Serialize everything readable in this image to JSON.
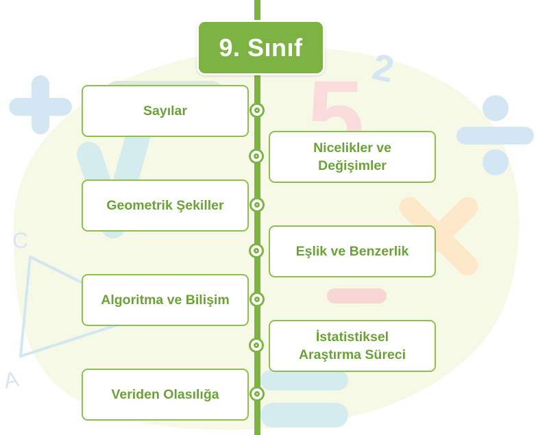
{
  "title": "9. Sınıf",
  "colors": {
    "accent": "#7cb342",
    "node_border": "#8cbf4e",
    "node_text": "#6aa236",
    "bg_blob": "#f6f9e6"
  },
  "topics": {
    "left": [
      [
        "Sayılar"
      ],
      [
        "Geometrik Şekiller"
      ],
      [
        "Algoritma ve Bilişim"
      ],
      [
        "Veriden Olasılığa"
      ]
    ],
    "right": [
      [
        "Nicelikler ve",
        "Değişimler"
      ],
      [
        "Eşlik ve Benzerlik"
      ],
      [
        "İstatistiksel",
        "Araştırma Süreci"
      ]
    ]
  },
  "decorations": {
    "superscript": "2",
    "digit": "5",
    "vertex_a": "A",
    "vertex_c": "C"
  }
}
